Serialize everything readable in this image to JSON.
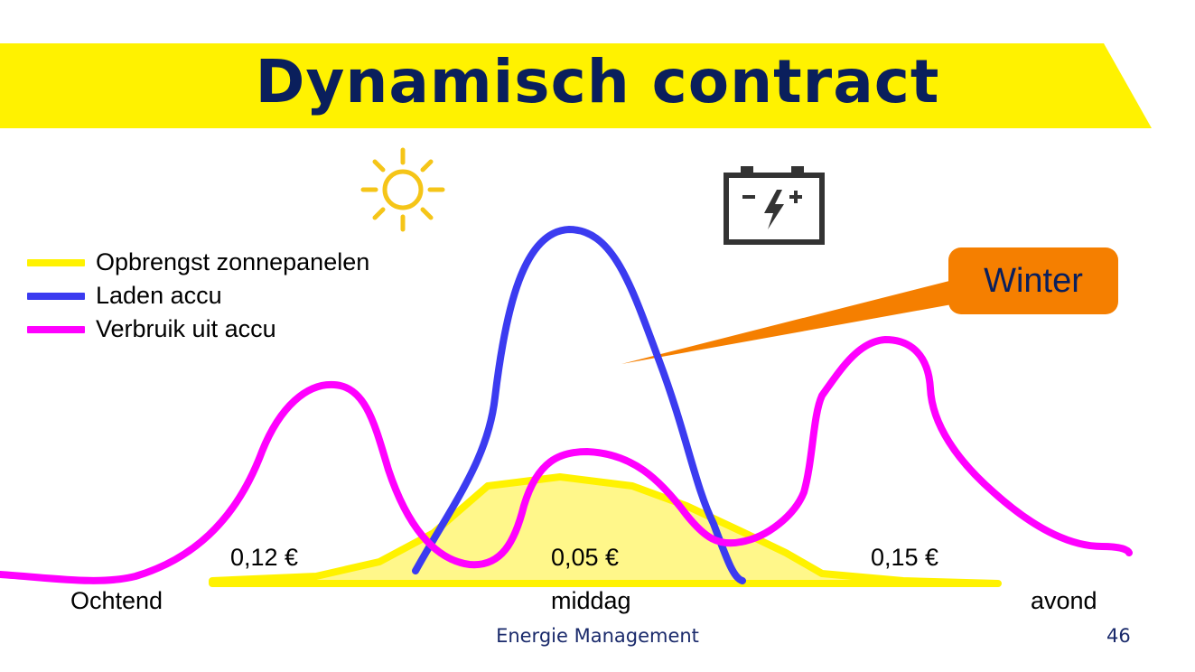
{
  "slide": {
    "title": "Dynamisch contract",
    "footer": "Energie Management",
    "page_number": "46",
    "colors": {
      "banner": "#fff200",
      "title": "#0a1f5c",
      "solar": "#fff200",
      "solar_fill": "#fff78a",
      "charge": "#3b3bf0",
      "consumption": "#ff00ff",
      "callout": "#f57f00",
      "sun": "#f5c518",
      "battery": "#333333"
    }
  },
  "icons": {
    "sun": "sun-icon",
    "battery": "battery-icon"
  },
  "legend": {
    "items": [
      {
        "label": "Opbrengst zonnepanelen",
        "color": "#fff200"
      },
      {
        "label": "Laden accu",
        "color": "#3b3bf0"
      },
      {
        "label": "Verbruik uit accu",
        "color": "#ff00ff"
      }
    ]
  },
  "callout": {
    "label": "Winter"
  },
  "prices": [
    {
      "label": "0,12 €"
    },
    {
      "label": "0,05 €"
    },
    {
      "label": "0,15 €"
    }
  ],
  "axis": {
    "labels": [
      "Ochtend",
      "middag",
      "avond"
    ]
  },
  "chart_data": {
    "type": "line",
    "title": "Dynamisch contract",
    "xlabel": "",
    "ylabel": "",
    "categories": [
      "Ochtend",
      "middag",
      "avond"
    ],
    "price_labels": [
      "0,12 €",
      "0,05 €",
      "0,15 €"
    ],
    "series": [
      {
        "name": "Opbrengst zonnepanelen",
        "shape": "low bell curve centred on middag",
        "values": [
          0,
          0.2,
          0.25,
          0.2,
          0
        ]
      },
      {
        "name": "Laden accu",
        "shape": "tall narrow peak at middag",
        "values": [
          0,
          1.0,
          0
        ]
      },
      {
        "name": "Verbruik uit accu",
        "shape": "three peaks: morning, middag (small), evening",
        "values": [
          0.05,
          0.55,
          0.05,
          0.36,
          0.05,
          0.69,
          0.1
        ]
      }
    ],
    "annotations": [
      "Winter"
    ],
    "legend_position": "top-left",
    "grid": false
  }
}
